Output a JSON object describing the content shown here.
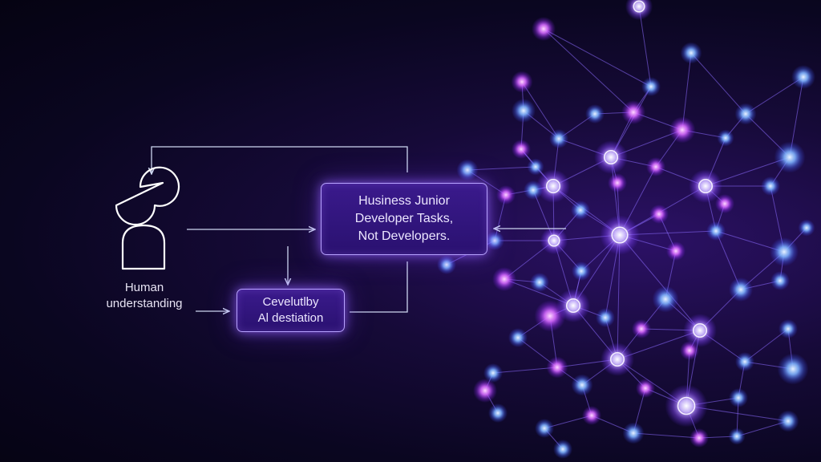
{
  "diagram": {
    "human": {
      "icon": "person-speech-icon",
      "label_lines": [
        "Human",
        "understanding"
      ]
    },
    "main_box": {
      "lines": [
        "Husiness Junior",
        "Developer Tasks,",
        "Not Developers."
      ]
    },
    "ai_box": {
      "lines": [
        "Cevelutlby",
        "Al destiation"
      ]
    },
    "network": {
      "icon": "neural-network-icon"
    },
    "colors": {
      "background": "#0a0620",
      "accent": "#8a4dff",
      "node": "#a98bff",
      "line": "#cdd6f0"
    }
  }
}
